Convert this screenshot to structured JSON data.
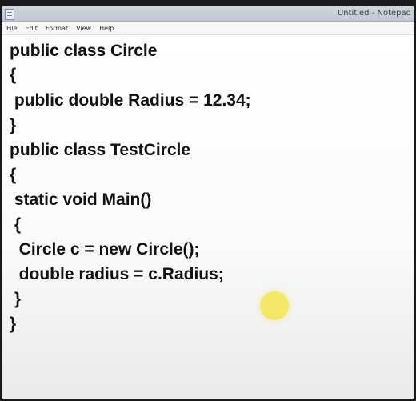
{
  "window": {
    "title": "Untitled - Notepad"
  },
  "menu": {
    "items": [
      "File",
      "Edit",
      "Format",
      "View",
      "Help"
    ]
  },
  "editor": {
    "lines": [
      "public class Circle",
      "{",
      " public double Radius = 12.34;",
      "}",
      "public class TestCircle",
      "{",
      " static void Main()",
      " {",
      "  Circle c = new Circle();",
      "  double radius = c.Radius;",
      " }",
      "}"
    ]
  },
  "cursor_highlight": {
    "color": "#f5e450"
  }
}
